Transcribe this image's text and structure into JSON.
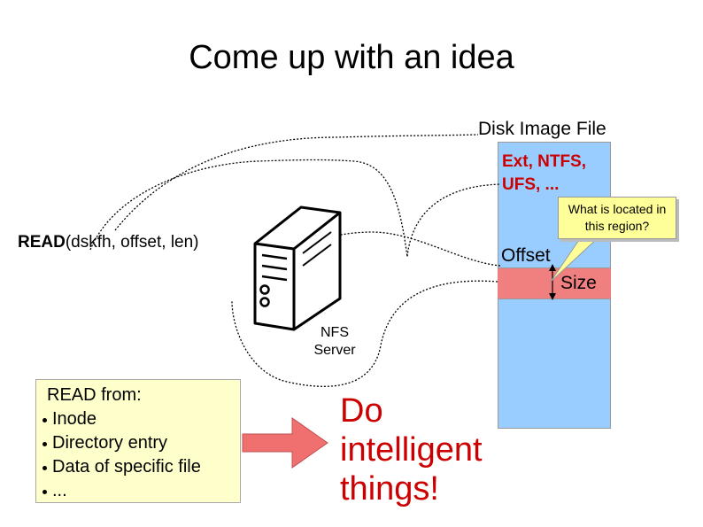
{
  "slide": {
    "title": "Come up with an idea"
  },
  "disk": {
    "label": "Disk Image File",
    "fs_line1": "Ext, NTFS,",
    "fs_line2": "UFS, ...",
    "offset_label": "Offset",
    "size_label": "Size"
  },
  "callout": {
    "line1": "What is located in",
    "line2": "this region?"
  },
  "read_call": {
    "keyword": "READ",
    "args": "(dskfh, offset, len)"
  },
  "server": {
    "line1": "NFS",
    "line2": "Server"
  },
  "read_box": {
    "heading": "READ from:",
    "items": [
      "Inode",
      "Directory entry",
      "Data of specific file",
      "..."
    ]
  },
  "conclusion": {
    "line1": "Do",
    "line2": "intelligent",
    "line3": "things!"
  },
  "colors": {
    "disk_fill": "#99ccff",
    "region_fill": "#f08080",
    "fs_text": "#cc0000",
    "callout_fill": "#ffff99",
    "read_box_fill": "#ffffcc",
    "arrow_fill": "#f07070",
    "conclusion_text": "#cc0000"
  }
}
